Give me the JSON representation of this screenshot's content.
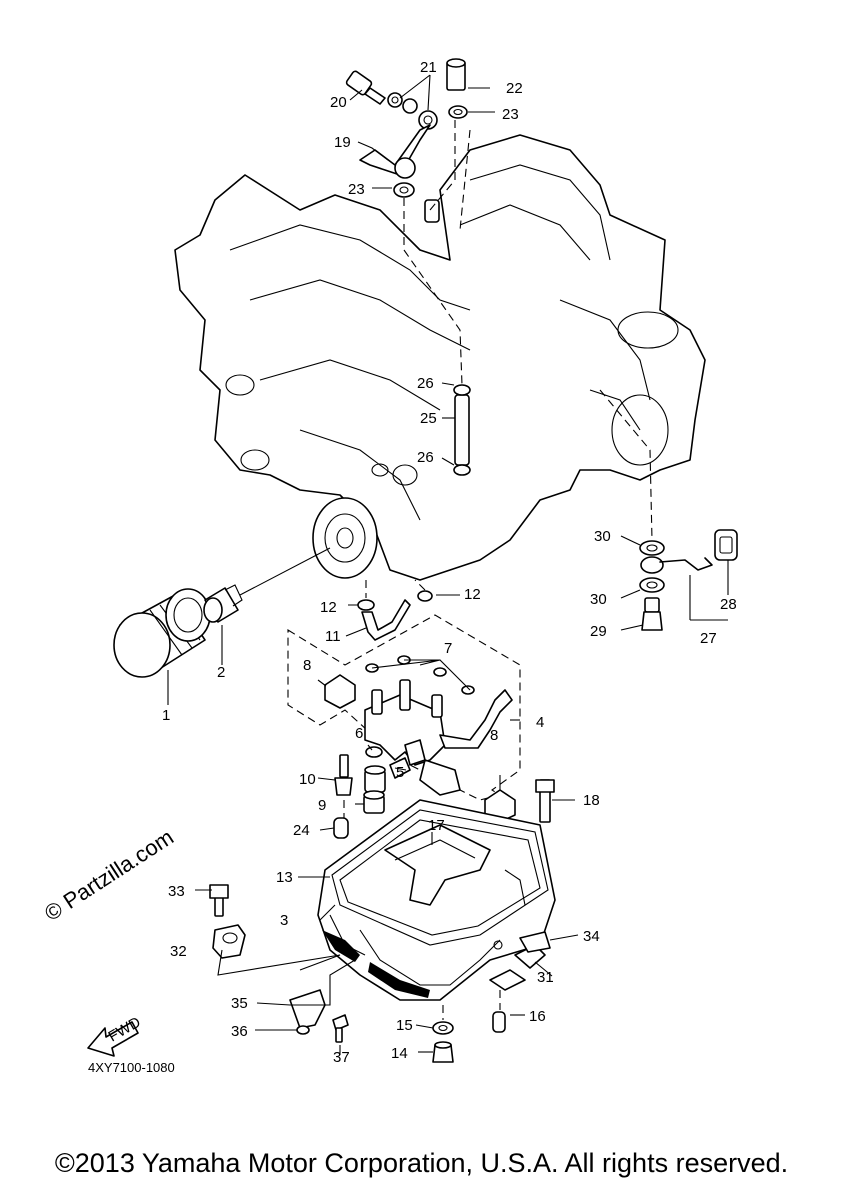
{
  "labels": {
    "p1": "1",
    "p2": "2",
    "p3": "3",
    "p4": "4",
    "p5": "5",
    "p6": "6",
    "p7": "7",
    "p8a": "8",
    "p8b": "8",
    "p9": "9",
    "p10": "10",
    "p11": "11",
    "p12a": "12",
    "p12b": "12",
    "p13": "13",
    "p14": "14",
    "p15": "15",
    "p16": "16",
    "p17": "17",
    "p18": "18",
    "p19": "19",
    "p20": "20",
    "p21": "21",
    "p22": "22",
    "p23a": "23",
    "p23b": "23",
    "p24": "24",
    "p25": "25",
    "p26a": "26",
    "p26b": "26",
    "p27": "27",
    "p28": "28",
    "p29": "29",
    "p30a": "30",
    "p30b": "30",
    "p31": "31",
    "p32": "32",
    "p33": "33",
    "p34": "34",
    "p35": "35",
    "p36": "36",
    "p37": "37"
  },
  "fwd_label": "FWD",
  "drawing_code": "4XY7100-1080",
  "watermark": "© Partzilla.com",
  "copyright": "©2013 Yamaha Motor Corporation, U.S.A. All rights reserved."
}
